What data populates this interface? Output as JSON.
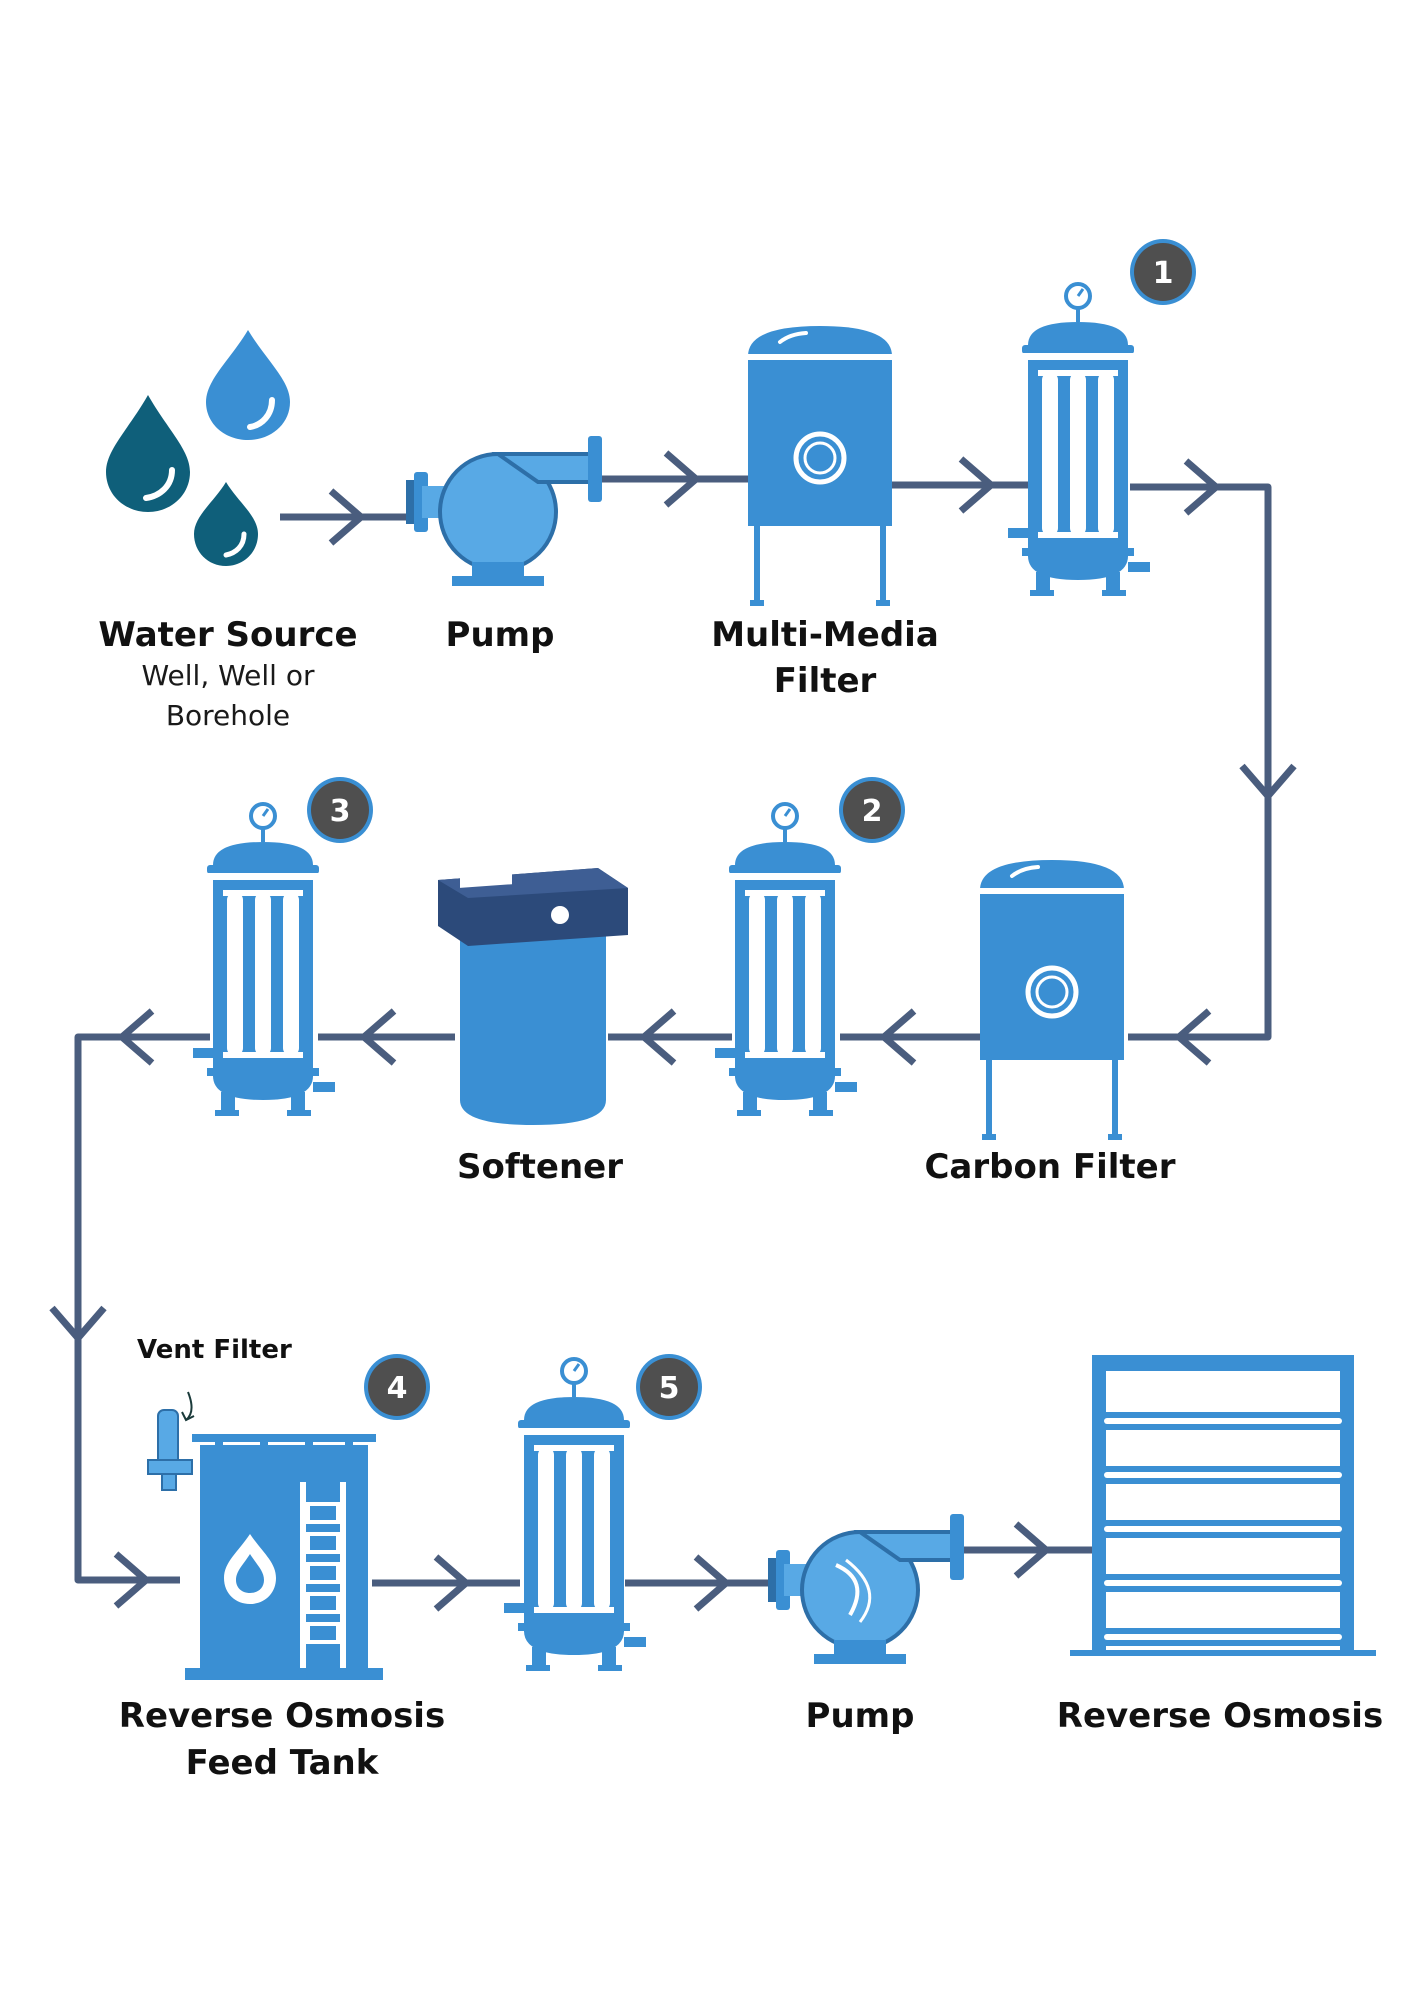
{
  "labels": {
    "water_source": "Water Source",
    "water_source_sub_1": "Well, Well or",
    "water_source_sub_2": "Borehole",
    "pump_1": "Pump",
    "multimedia_1": "Multi-Media",
    "multimedia_2": "Filter",
    "carbon_filter": "Carbon Filter",
    "softener": "Softener",
    "vent_filter": "Vent Filter",
    "feed_tank_1": "Reverse Osmosis",
    "feed_tank_2": "Feed Tank",
    "pump_2": "Pump",
    "reverse_osmosis": "Reverse Osmosis"
  },
  "badges": [
    "1",
    "2",
    "3",
    "4",
    "5"
  ],
  "colors": {
    "pipe": "#4a5d7e",
    "equipment": "#3a8fd3",
    "equipment_light": "#58a9e5",
    "equipment_dark": "#2d6fa8",
    "drop_dark": "#0f5f7a",
    "drop_light": "#3a8fd3",
    "badge": "#4f4f4f",
    "badge_ring": "#3a8fd3"
  }
}
